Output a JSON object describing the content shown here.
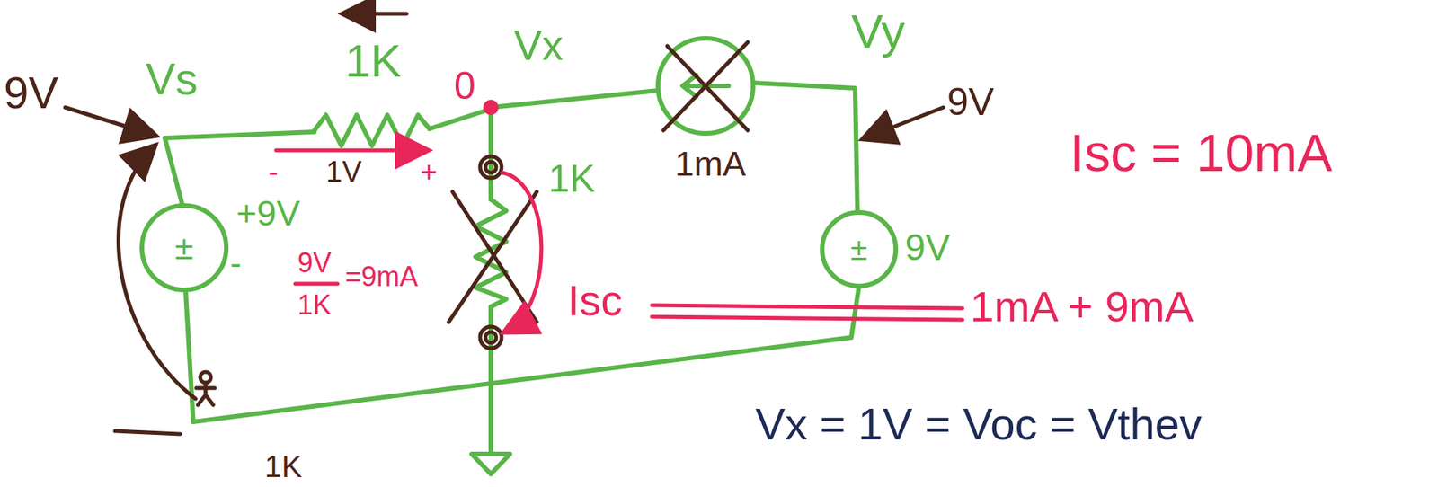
{
  "diagram": {
    "labels": [
      "1K",
      "9V",
      "Vs",
      "Vx",
      "0",
      "Vy",
      "9V",
      "1mA",
      "Isc = 10mA",
      "-",
      "1V",
      "+",
      "+9V",
      "-",
      "±",
      "9V",
      "1K",
      "=9mA",
      "1K",
      "Isc",
      "±",
      "9V",
      "1mA + 9mA",
      "Vx = 1V = Voc = Vthev",
      "1K"
    ]
  }
}
